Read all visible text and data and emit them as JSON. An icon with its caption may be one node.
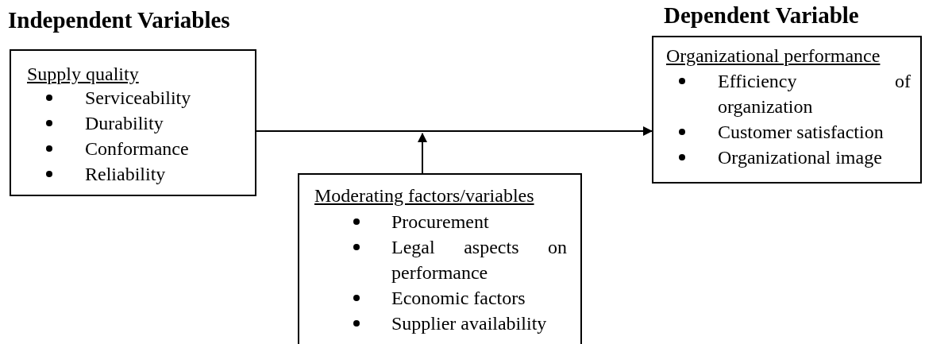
{
  "diagram": {
    "nodes": [
      {
        "text": [
          "Independent Variables",
          "Supply quality",
          "Serviceability",
          "Durability",
          "Conformance",
          "Reliability"
        ]
      },
      {
        "text": [
          "Dependent Variable",
          "Organizational performance",
          "Efficiency of organization",
          "Customer satisfaction",
          "Organizational image"
        ]
      },
      {
        "text": [
          "Moderating factors/variables",
          "Procurement",
          "Legal aspects on performance",
          "Economic factors",
          "Supplier availability"
        ]
      }
    ],
    "edges": [
      {
        "from": 0,
        "to": 1,
        "arrow": "to"
      },
      {
        "from": 2,
        "to": null,
        "arrow": "to"
      }
    ]
  }
}
